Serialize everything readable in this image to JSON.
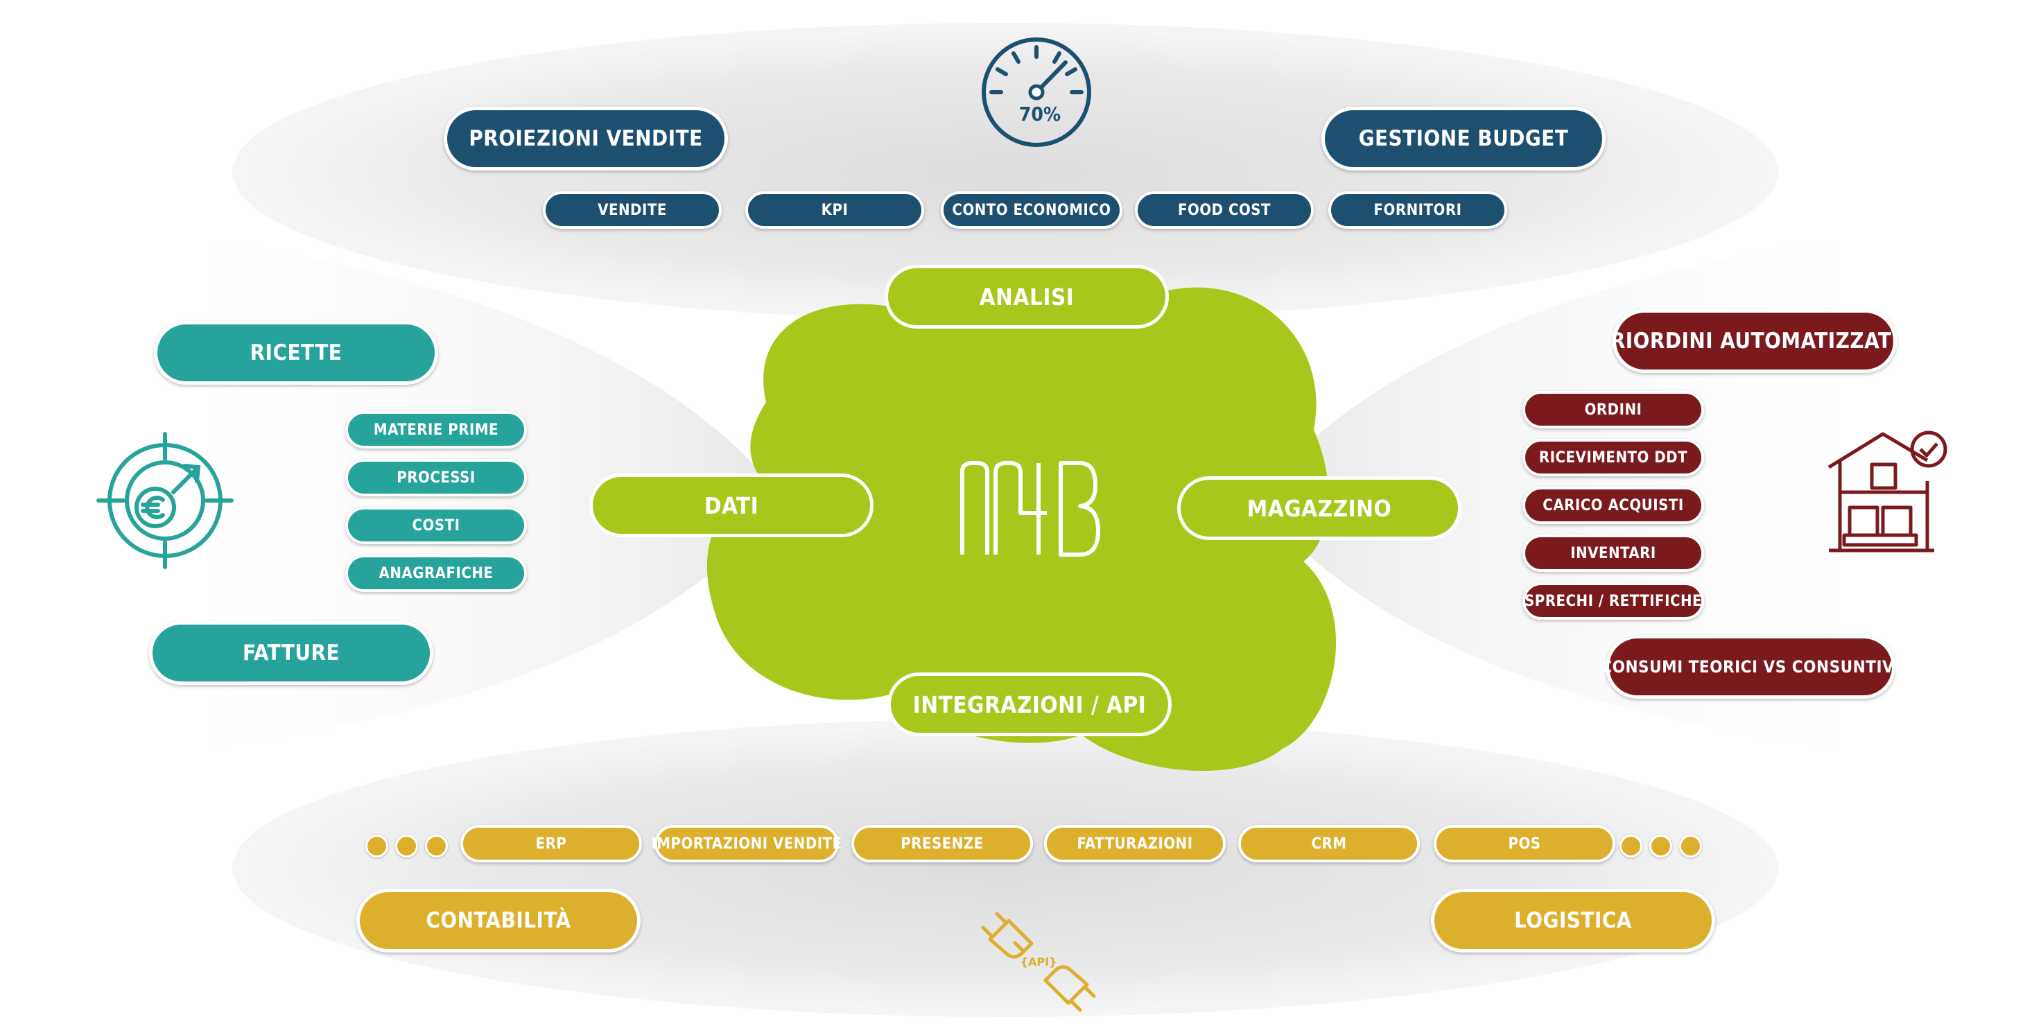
{
  "center": {
    "logo": "MB"
  },
  "gauge": {
    "label": "70%",
    "value_percent": 70
  },
  "cloud_labels": {
    "analisi": "ANALISI",
    "dati": "DATI",
    "magazzino": "MAGAZZINO",
    "integrazioni": "INTEGRAZIONI / API"
  },
  "top": {
    "main": [
      "PROIEZIONI VENDITE",
      "GESTIONE BUDGET"
    ],
    "items": [
      "VENDITE",
      "KPI",
      "CONTO ECONOMICO",
      "FOOD COST",
      "FORNITORI"
    ]
  },
  "left": {
    "main": [
      "RICETTE",
      "FATTURE"
    ],
    "items": [
      "MATERIE PRIME",
      "PROCESSI",
      "COSTI",
      "ANAGRAFICHE"
    ]
  },
  "right": {
    "main": [
      "RIORDINI AUTOMATIZZATI",
      "CONSUMI TEORICI VS CONSUNTIVI"
    ],
    "items": [
      "ORDINI",
      "RICEVIMENTO DDT",
      "CARICO ACQUISTI",
      "INVENTARI",
      "SPRECHI / RETTIFICHE"
    ]
  },
  "bottom": {
    "main": [
      "CONTABILITÀ",
      "LOGISTICA"
    ],
    "items": [
      "ERP",
      "IMPORTAZIONI VENDITE",
      "PRESENZE",
      "FATTURAZIONI",
      "CRM",
      "POS"
    ],
    "api_icon_label": "{API}"
  },
  "colors": {
    "blue": "#1d5070",
    "teal": "#26a39b",
    "red": "#7b1a1d",
    "gold": "#dcaf2d",
    "lime": "#a8c71c"
  },
  "icons": [
    "gauge-icon",
    "euro-target-icon",
    "warehouse-check-icon",
    "api-plug-icon"
  ]
}
